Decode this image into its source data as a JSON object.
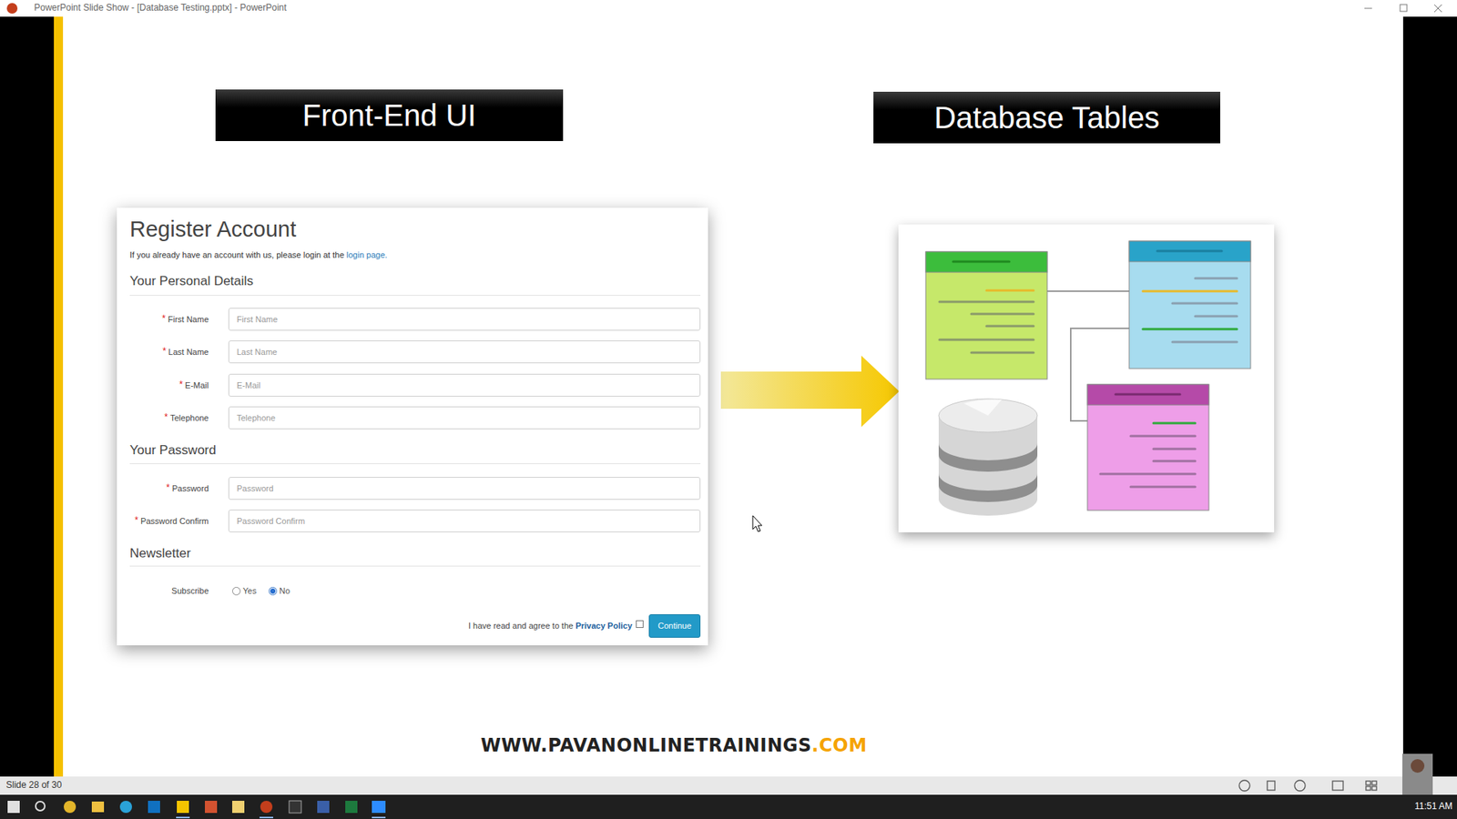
{
  "diagram": {
    "nodes": [
      {
        "text": [
          "Front-End UI"
        ]
      },
      {
        "text": [
          "Database Tables"
        ]
      },
      {
        "text": [
          "Register Account",
          "If you already have an account with us, please login at the",
          "login page.",
          "Your Personal Details",
          "*",
          "First Name",
          "*",
          "Last Name",
          "*",
          "E-Mail",
          "*",
          "Telephone",
          "Your Password",
          "*",
          "Password",
          "*",
          "Password Confirm",
          "Newsletter",
          "Subscribe",
          "Yes",
          "No",
          "I have read and agree to the",
          "Privacy Policy"
        ]
      },
      {
        "text": [
          "First Name"
        ],
        "in": 2
      },
      {
        "text": [
          "Last Name"
        ],
        "in": 2
      },
      {
        "text": [
          "E-Mail"
        ],
        "in": 2
      },
      {
        "text": [
          "Telephone"
        ],
        "in": 2
      },
      {
        "text": [
          "Password"
        ],
        "in": 2
      },
      {
        "text": [
          "Password Confirm"
        ],
        "in": 2
      },
      {
        "text": [
          "Continue"
        ],
        "in": 2
      }
    ],
    "labels": [
      "PowerPoint Slide Show - [Database Testing.pptx] - PowerPoint",
      "WWW.PAVANONLINETRAININGS",
      ".COM",
      "Slide 28 of 30",
      "11:51 AM"
    ]
  }
}
